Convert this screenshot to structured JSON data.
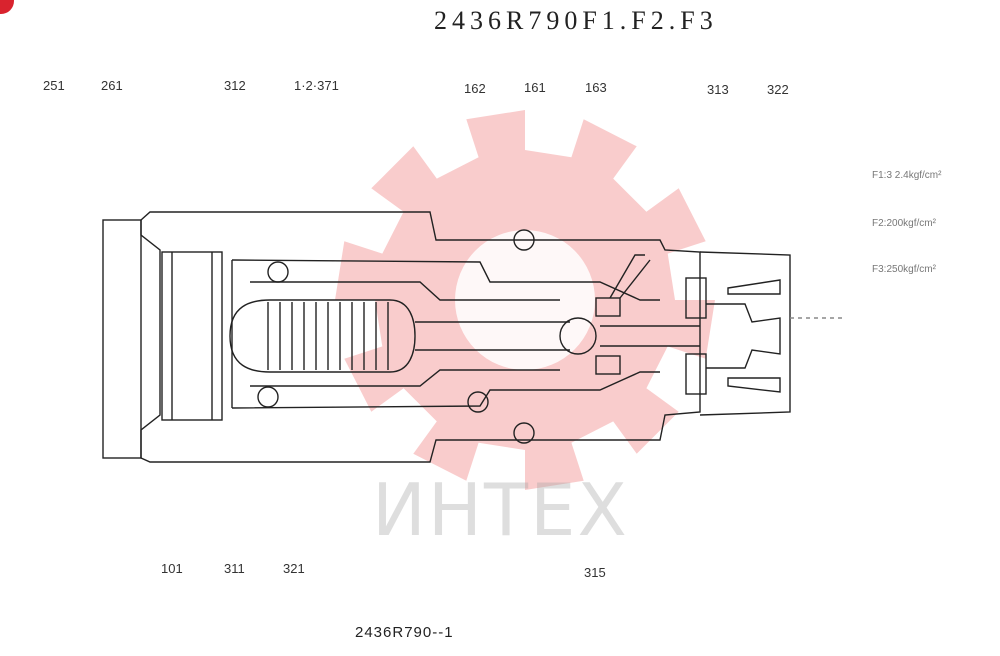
{
  "title": "2436R790F1.F2.F3",
  "subtitle": "2436R790--1",
  "watermark_text": "ИНТЕХ",
  "colors": {
    "watermark_gear": "#f4a3a3",
    "badge": "#d9232e",
    "line": "#222222"
  },
  "part_labels": {
    "p251": "251",
    "p261": "261",
    "p312": "312",
    "p12371": "1·2·371",
    "p162": "162",
    "p161": "161",
    "p163": "163",
    "p313": "313",
    "p322": "322",
    "p101": "101",
    "p311": "311",
    "p321": "321",
    "p315": "315"
  },
  "variant_notes": [
    "F1:3 2.4kgf/cm²",
    "F2:200kgf/cm²",
    "F3:250kgf/cm²"
  ]
}
